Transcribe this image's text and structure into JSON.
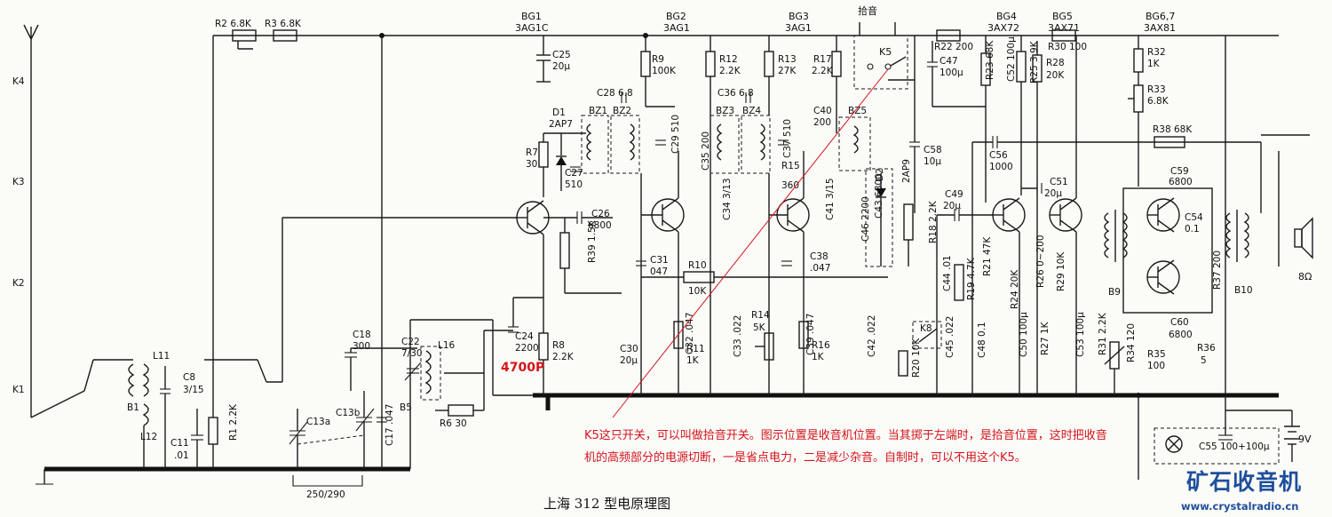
{
  "title": "上海 312 型电原理图",
  "annotation": {
    "callout": "4700P",
    "note": "K5这只开关，可以叫做拾音开关。图示位置是收音机位置。当其掷于左端时，是拾音位置，这时把收音机的高频部分的电源切断，一是省点电力，二是减少杂音。自制时，可以不用这个K5。"
  },
  "watermark": {
    "brand": "矿石收音机",
    "url": "www.crystalradio.cn"
  },
  "transistors": [
    {
      "ref": "BG1",
      "type": "3AG1C"
    },
    {
      "ref": "BG2",
      "type": "3AG1"
    },
    {
      "ref": "BG3",
      "type": "3AG1"
    },
    {
      "ref": "BG4",
      "type": "3AX72"
    },
    {
      "ref": "BG5",
      "type": "3AX71"
    },
    {
      "ref": "BG6,7",
      "type": "3AX81"
    }
  ],
  "switches": {
    "band_keys": [
      "K4",
      "K3",
      "K2",
      "K1"
    ],
    "pickup_label": "拾音",
    "k5": "K5",
    "k8": "K8"
  },
  "labels": {
    "R2": "R2 6.8K",
    "R3": "R3 6.8K",
    "C25_ref": "C25",
    "C25_val": "20μ",
    "R9_ref": "R9",
    "R9_val": "100K",
    "R12_ref": "R12",
    "R12_val": "2.2K",
    "R13_ref": "R13",
    "R13_val": "27K",
    "R17_ref": "R17",
    "R17_val": "2.2K",
    "R22": "R22 200",
    "C47_ref": "C47",
    "C47_val": "100μ",
    "R23": "R23 68K",
    "C52": "C52 100μ",
    "R25": "R25 3.9K",
    "R30": "R30 100",
    "R28_ref": "R28",
    "R28_val": "20K",
    "R32_ref": "R32",
    "R32_val": "1K",
    "R33_ref": "R33",
    "R33_val": "6.8K",
    "R38": "R38  68K",
    "D1_ref": "D1",
    "D1_type": "2AP7",
    "BZ1": "BZ1",
    "BZ2": "BZ2",
    "BZ3": "BZ3",
    "BZ4": "BZ4",
    "BZ5": "BZ5",
    "C28": "C28 6.8",
    "C36": "C36 6.8",
    "C40_ref": "C40",
    "C40_val": "200",
    "R7_ref": "R7",
    "R7_val": "30",
    "C27_ref": "C27",
    "C27_val": "510",
    "C29": "C29 510",
    "C35": "C35 200",
    "C37": "C37 510",
    "C34": "C34 3/13",
    "R15_ref": "R15",
    "R15_val": "360",
    "C41": "C41 3/15",
    "C43": "C43 6800",
    "D2_ref": "D2",
    "D2_type": "2AP9",
    "C58_ref": "C58",
    "C58_val": "10μ",
    "C56_ref": "C56",
    "C56_val": "1000",
    "C49_ref": "C49",
    "C49_val": "20μ",
    "C51_ref": "C51",
    "C51_val": "20μ",
    "C59_ref": "C59",
    "C59_val": "6800",
    "C54_ref": "C54",
    "C54_val": "0.1",
    "C26_ref": "C26",
    "C26_val": "6800",
    "R39": "R39 1.5K",
    "C31_ref": "C31",
    "C31_val": "047",
    "R10_ref": "R10",
    "R10_val": "10K",
    "C38_ref": "C38",
    "C38_val": ".047",
    "C46": "C46 2200",
    "R18": "R18 2.2K",
    "C44": "C44 .01",
    "R19": "R19 4.7K",
    "R21": "R21 47K",
    "R24": "R24 20K",
    "R26": "R26 0~200",
    "R29": "R29 10K",
    "B9": "B9",
    "B10": "B10",
    "R37": "R37 200",
    "speaker": "8Ω",
    "L11": "L11",
    "C8_ref": "C8",
    "C8_val": "3/15",
    "B1": "B1",
    "L12": "L12",
    "C11_ref": "C11",
    "C11_val": ".01",
    "R1": "R1 2.2K",
    "C13a": "C13a",
    "C13b": "C13b",
    "C17": "C17 .047",
    "tuning": "250/290",
    "C18_ref": "C18",
    "C18_val": "300",
    "C22_ref": "C22",
    "C22_val": "7/30",
    "L16": "L16",
    "B5": "B5",
    "R6": "R6 30",
    "C24_ref": "C24",
    "C24_val": "2200",
    "R8_ref": "R8",
    "R8_val": "2.2K",
    "R14_ref": "R14",
    "R14_val": "5K",
    "C30_ref": "C30",
    "C30_val": "20μ",
    "C32": "C32 .047",
    "R11_ref": "R11",
    "R11_val": "1K",
    "C33": "C33 .022",
    "C39": "C39 .047",
    "R16_ref": "R16",
    "R16_val": "1K",
    "C42": "C42 .022",
    "R20": "R20 10K",
    "C45": "C45 .022",
    "C48": "C48 0.1",
    "C50": "C50 100μ",
    "R27": "R27 1K",
    "C53": "C53 100μ",
    "R31": "R31 2.2K",
    "C60_ref": "C60",
    "C60_val": "6800",
    "R34": "R34 120",
    "R35_ref": "R35",
    "R35_val": "100",
    "R36_ref": "R36",
    "R36_val": "5",
    "C55": "C55 100+100μ",
    "battery": "9V"
  }
}
